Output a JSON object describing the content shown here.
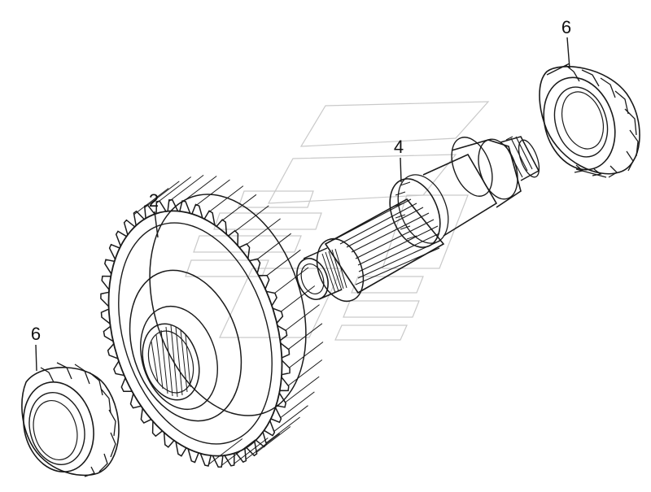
{
  "diagram": {
    "callouts": [
      {
        "id": "bearing-top",
        "label": "6"
      },
      {
        "id": "shaft",
        "label": "4"
      },
      {
        "id": "gear",
        "label": "2"
      },
      {
        "id": "bearing-bottom",
        "label": "6"
      }
    ],
    "colors": {
      "ink": "#1a1a1a",
      "watermark": "#c9c9c9",
      "background": "#ffffff"
    }
  }
}
